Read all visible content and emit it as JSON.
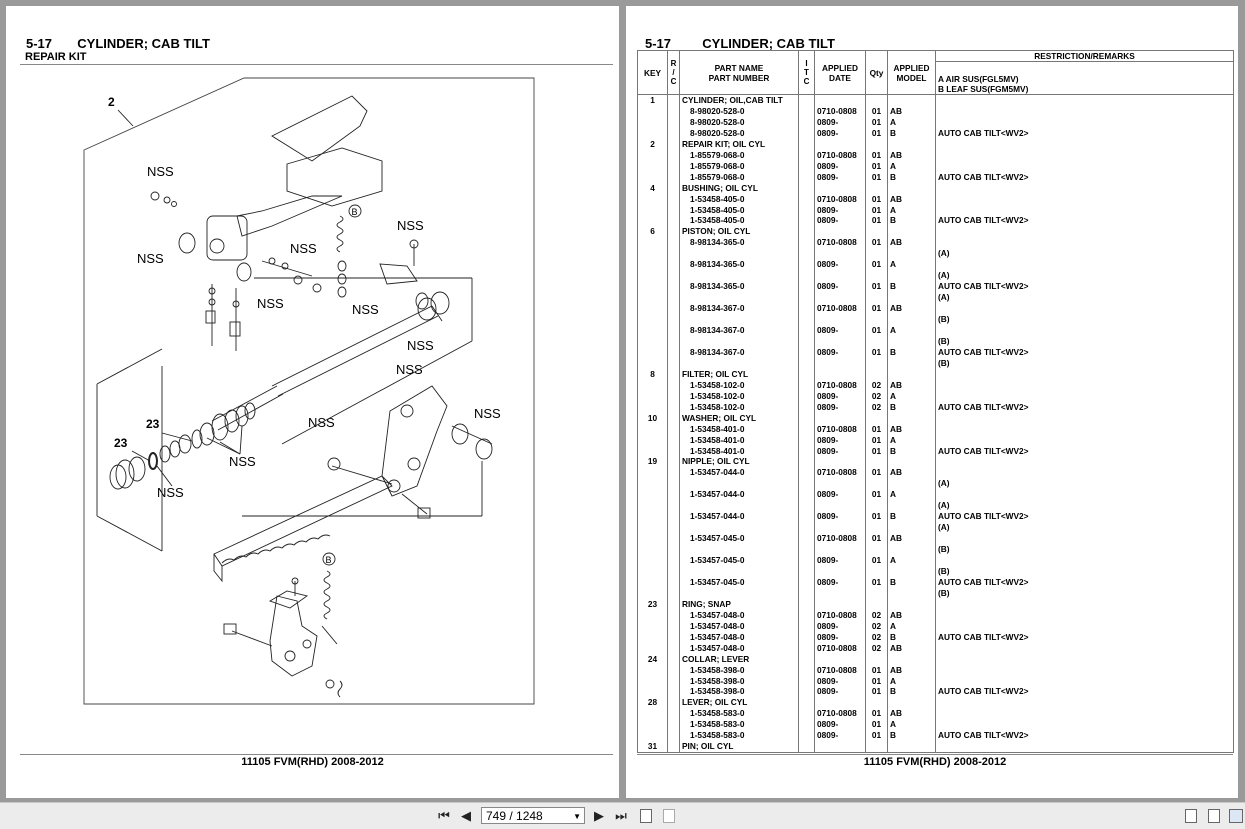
{
  "left_page": {
    "section_number": "5-17",
    "section_title": "CYLINDER; CAB TILT",
    "subtitle": "REPAIR KIT",
    "footer": "11105 FVM(RHD) 2008-2012",
    "callouts": {
      "key2": "2",
      "key23a": "23",
      "key23b": "23",
      "nss": "NSS",
      "mark_b": "B"
    }
  },
  "right_page": {
    "section_number": "5-17",
    "section_title": "CYLINDER; CAB TILT",
    "footer": "11105 FVM(RHD) 2008-2012",
    "table": {
      "headers": {
        "key": "KEY",
        "rc": "R / C",
        "part_name": "PART NAME",
        "part_number": "PART NUMBER",
        "itc": "I T C",
        "applied_date": "APPLIED DATE",
        "qty": "Qty",
        "applied_model": "APPLIED MODEL",
        "remarks": "RESTRICTION/REMARKS",
        "remarks_a": "A AIR SUS(FGL5MV)",
        "remarks_b": "B LEAF SUS(FGM5MV)"
      },
      "rows": [
        {
          "key": "1",
          "part": "CYLINDER; OIL,CAB TILT",
          "date": "",
          "qty": "",
          "model": "",
          "remark": "",
          "t": "name"
        },
        {
          "key": "",
          "part": "8-98020-528-0",
          "date": "0710-0808",
          "qty": "01",
          "model": "AB",
          "remark": "",
          "t": "num"
        },
        {
          "key": "",
          "part": "8-98020-528-0",
          "date": "0809-",
          "qty": "01",
          "model": "A",
          "remark": "",
          "t": "num"
        },
        {
          "key": "",
          "part": "8-98020-528-0",
          "date": "0809-",
          "qty": "01",
          "model": "B",
          "remark": "AUTO CAB TILT<WV2>",
          "t": "num"
        },
        {
          "key": "2",
          "part": "REPAIR KIT; OIL CYL",
          "date": "",
          "qty": "",
          "model": "",
          "remark": "",
          "t": "name"
        },
        {
          "key": "",
          "part": "1-85579-068-0",
          "date": "0710-0808",
          "qty": "01",
          "model": "AB",
          "remark": "",
          "t": "num"
        },
        {
          "key": "",
          "part": "1-85579-068-0",
          "date": "0809-",
          "qty": "01",
          "model": "A",
          "remark": "",
          "t": "num"
        },
        {
          "key": "",
          "part": "1-85579-068-0",
          "date": "0809-",
          "qty": "01",
          "model": "B",
          "remark": "AUTO CAB TILT<WV2>",
          "t": "num"
        },
        {
          "key": "4",
          "part": "BUSHING; OIL CYL",
          "date": "",
          "qty": "",
          "model": "",
          "remark": "",
          "t": "name"
        },
        {
          "key": "",
          "part": "1-53458-405-0",
          "date": "0710-0808",
          "qty": "01",
          "model": "AB",
          "remark": "",
          "t": "num"
        },
        {
          "key": "",
          "part": "1-53458-405-0",
          "date": "0809-",
          "qty": "01",
          "model": "A",
          "remark": "",
          "t": "num"
        },
        {
          "key": "",
          "part": "1-53458-405-0",
          "date": "0809-",
          "qty": "01",
          "model": "B",
          "remark": "AUTO CAB TILT<WV2>",
          "t": "num"
        },
        {
          "key": "6",
          "part": "PISTON; OIL CYL",
          "date": "",
          "qty": "",
          "model": "",
          "remark": "",
          "t": "name"
        },
        {
          "key": "",
          "part": "8-98134-365-0",
          "date": "0710-0808",
          "qty": "01",
          "model": "AB",
          "remark": "",
          "t": "num"
        },
        {
          "key": "",
          "part": "",
          "date": "",
          "qty": "",
          "model": "",
          "remark": "(A)",
          "t": "num"
        },
        {
          "key": "",
          "part": "8-98134-365-0",
          "date": "0809-",
          "qty": "01",
          "model": "A",
          "remark": "",
          "t": "num"
        },
        {
          "key": "",
          "part": "",
          "date": "",
          "qty": "",
          "model": "",
          "remark": "(A)",
          "t": "num"
        },
        {
          "key": "",
          "part": "8-98134-365-0",
          "date": "0809-",
          "qty": "01",
          "model": "B",
          "remark": "AUTO CAB TILT<WV2>",
          "t": "num"
        },
        {
          "key": "",
          "part": "",
          "date": "",
          "qty": "",
          "model": "",
          "remark": "(A)",
          "t": "num"
        },
        {
          "key": "",
          "part": "8-98134-367-0",
          "date": "0710-0808",
          "qty": "01",
          "model": "AB",
          "remark": "",
          "t": "num"
        },
        {
          "key": "",
          "part": "",
          "date": "",
          "qty": "",
          "model": "",
          "remark": "(B)",
          "t": "num"
        },
        {
          "key": "",
          "part": "8-98134-367-0",
          "date": "0809-",
          "qty": "01",
          "model": "A",
          "remark": "",
          "t": "num"
        },
        {
          "key": "",
          "part": "",
          "date": "",
          "qty": "",
          "model": "",
          "remark": "(B)",
          "t": "num"
        },
        {
          "key": "",
          "part": "8-98134-367-0",
          "date": "0809-",
          "qty": "01",
          "model": "B",
          "remark": "AUTO CAB TILT<WV2>",
          "t": "num"
        },
        {
          "key": "",
          "part": "",
          "date": "",
          "qty": "",
          "model": "",
          "remark": "(B)",
          "t": "num"
        },
        {
          "key": "8",
          "part": "FILTER; OIL CYL",
          "date": "",
          "qty": "",
          "model": "",
          "remark": "",
          "t": "name"
        },
        {
          "key": "",
          "part": "1-53458-102-0",
          "date": "0710-0808",
          "qty": "02",
          "model": "AB",
          "remark": "",
          "t": "num"
        },
        {
          "key": "",
          "part": "1-53458-102-0",
          "date": "0809-",
          "qty": "02",
          "model": "A",
          "remark": "",
          "t": "num"
        },
        {
          "key": "",
          "part": "1-53458-102-0",
          "date": "0809-",
          "qty": "02",
          "model": "B",
          "remark": "AUTO CAB TILT<WV2>",
          "t": "num"
        },
        {
          "key": "10",
          "part": "WASHER; OIL CYL",
          "date": "",
          "qty": "",
          "model": "",
          "remark": "",
          "t": "name"
        },
        {
          "key": "",
          "part": "1-53458-401-0",
          "date": "0710-0808",
          "qty": "01",
          "model": "AB",
          "remark": "",
          "t": "num"
        },
        {
          "key": "",
          "part": "1-53458-401-0",
          "date": "0809-",
          "qty": "01",
          "model": "A",
          "remark": "",
          "t": "num"
        },
        {
          "key": "",
          "part": "1-53458-401-0",
          "date": "0809-",
          "qty": "01",
          "model": "B",
          "remark": "AUTO CAB TILT<WV2>",
          "t": "num"
        },
        {
          "key": "19",
          "part": "NIPPLE; OIL CYL",
          "date": "",
          "qty": "",
          "model": "",
          "remark": "",
          "t": "name"
        },
        {
          "key": "",
          "part": "1-53457-044-0",
          "date": "0710-0808",
          "qty": "01",
          "model": "AB",
          "remark": "",
          "t": "num"
        },
        {
          "key": "",
          "part": "",
          "date": "",
          "qty": "",
          "model": "",
          "remark": "(A)",
          "t": "num"
        },
        {
          "key": "",
          "part": "1-53457-044-0",
          "date": "0809-",
          "qty": "01",
          "model": "A",
          "remark": "",
          "t": "num"
        },
        {
          "key": "",
          "part": "",
          "date": "",
          "qty": "",
          "model": "",
          "remark": "(A)",
          "t": "num"
        },
        {
          "key": "",
          "part": "1-53457-044-0",
          "date": "0809-",
          "qty": "01",
          "model": "B",
          "remark": "AUTO CAB TILT<WV2>",
          "t": "num"
        },
        {
          "key": "",
          "part": "",
          "date": "",
          "qty": "",
          "model": "",
          "remark": "(A)",
          "t": "num"
        },
        {
          "key": "",
          "part": "1-53457-045-0",
          "date": "0710-0808",
          "qty": "01",
          "model": "AB",
          "remark": "",
          "t": "num"
        },
        {
          "key": "",
          "part": "",
          "date": "",
          "qty": "",
          "model": "",
          "remark": "(B)",
          "t": "num"
        },
        {
          "key": "",
          "part": "1-53457-045-0",
          "date": "0809-",
          "qty": "01",
          "model": "A",
          "remark": "",
          "t": "num"
        },
        {
          "key": "",
          "part": "",
          "date": "",
          "qty": "",
          "model": "",
          "remark": "(B)",
          "t": "num"
        },
        {
          "key": "",
          "part": "1-53457-045-0",
          "date": "0809-",
          "qty": "01",
          "model": "B",
          "remark": "AUTO CAB TILT<WV2>",
          "t": "num"
        },
        {
          "key": "",
          "part": "",
          "date": "",
          "qty": "",
          "model": "",
          "remark": "(B)",
          "t": "num"
        },
        {
          "key": "23",
          "part": "RING; SNAP",
          "date": "",
          "qty": "",
          "model": "",
          "remark": "",
          "t": "name"
        },
        {
          "key": "",
          "part": "1-53457-048-0",
          "date": "0710-0808",
          "qty": "02",
          "model": "AB",
          "remark": "",
          "t": "num"
        },
        {
          "key": "",
          "part": "1-53457-048-0",
          "date": "0809-",
          "qty": "02",
          "model": "A",
          "remark": "",
          "t": "num"
        },
        {
          "key": "",
          "part": "1-53457-048-0",
          "date": "0809-",
          "qty": "02",
          "model": "B",
          "remark": "AUTO CAB TILT<WV2>",
          "t": "num"
        },
        {
          "key": "",
          "part": "1-53457-048-0",
          "date": "0710-0808",
          "qty": "02",
          "model": "AB",
          "remark": "",
          "t": "num"
        },
        {
          "key": "24",
          "part": "COLLAR; LEVER",
          "date": "",
          "qty": "",
          "model": "",
          "remark": "",
          "t": "name"
        },
        {
          "key": "",
          "part": "1-53458-398-0",
          "date": "0710-0808",
          "qty": "01",
          "model": "AB",
          "remark": "",
          "t": "num"
        },
        {
          "key": "",
          "part": "1-53458-398-0",
          "date": "0809-",
          "qty": "01",
          "model": "A",
          "remark": "",
          "t": "num"
        },
        {
          "key": "",
          "part": "1-53458-398-0",
          "date": "0809-",
          "qty": "01",
          "model": "B",
          "remark": "AUTO CAB TILT<WV2>",
          "t": "num"
        },
        {
          "key": "28",
          "part": "LEVER; OIL CYL",
          "date": "",
          "qty": "",
          "model": "",
          "remark": "",
          "t": "name"
        },
        {
          "key": "",
          "part": "1-53458-583-0",
          "date": "0710-0808",
          "qty": "01",
          "model": "AB",
          "remark": "",
          "t": "num"
        },
        {
          "key": "",
          "part": "1-53458-583-0",
          "date": "0809-",
          "qty": "01",
          "model": "A",
          "remark": "",
          "t": "num"
        },
        {
          "key": "",
          "part": "1-53458-583-0",
          "date": "0809-",
          "qty": "01",
          "model": "B",
          "remark": "AUTO CAB TILT<WV2>",
          "t": "num"
        },
        {
          "key": "31",
          "part": "PIN; OIL CYL",
          "date": "",
          "qty": "",
          "model": "",
          "remark": "",
          "t": "name"
        }
      ]
    }
  },
  "toolbar": {
    "page_indicator": "749 / 1248",
    "icons": {
      "first": "first-page-icon",
      "prev": "previous-page-icon",
      "next": "next-page-icon",
      "last": "last-page-icon"
    }
  }
}
